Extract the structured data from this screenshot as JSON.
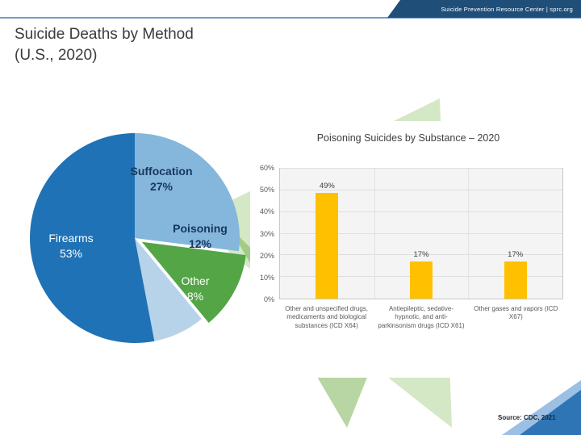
{
  "banner": {
    "text": "Suicide Prevention Resource Center | sprc.org"
  },
  "title": {
    "line1": "Suicide Deaths by Method",
    "line2": "(U.S., 2020)"
  },
  "source": "Source: CDC, 2021",
  "colors": {
    "banner_navy": "#1f4e79",
    "accent_blue": "#2e75b6",
    "light_blue": "#9cc0e4",
    "beam_green_light": "#a9d18e",
    "beam_green_dark": "#70ad47",
    "bar_yellow": "#ffc000"
  },
  "chart_data": [
    {
      "type": "pie",
      "title": "Suicide Deaths by Method (U.S., 2020)",
      "start_angle": 0,
      "slices": [
        {
          "label": "Suffocation",
          "value": 27,
          "pct_label": "27%",
          "color": "#84b7db",
          "explode": false
        },
        {
          "label": "Poisoning",
          "value": 12,
          "pct_label": "12%",
          "color": "#54a546",
          "explode": true
        },
        {
          "label": "Other",
          "value": 8,
          "pct_label": "8%",
          "color": "#b7d3e9",
          "explode": false
        },
        {
          "label": "Firearms",
          "value": 53,
          "pct_label": "53%",
          "color": "#1f72b5",
          "explode": false
        }
      ]
    },
    {
      "type": "bar",
      "title": "Poisoning Suicides by Substance – 2020",
      "categories": [
        "Other and unspecified drugs, medicaments and biological substances (ICD X64)",
        "Antiepileptic, sedative-hypnotic, and anti-parkinsonism drugs (ICD X61)",
        "Other gases and vapors (ICD X67)"
      ],
      "values": [
        49,
        17,
        17
      ],
      "value_labels": [
        "49%",
        "17%",
        "17%"
      ],
      "ylim": [
        0,
        60
      ],
      "ytick_labels": [
        "0%",
        "10%",
        "20%",
        "30%",
        "40%",
        "50%",
        "60%"
      ],
      "bar_color": "#ffc000",
      "grid": true,
      "legend": "none"
    }
  ]
}
